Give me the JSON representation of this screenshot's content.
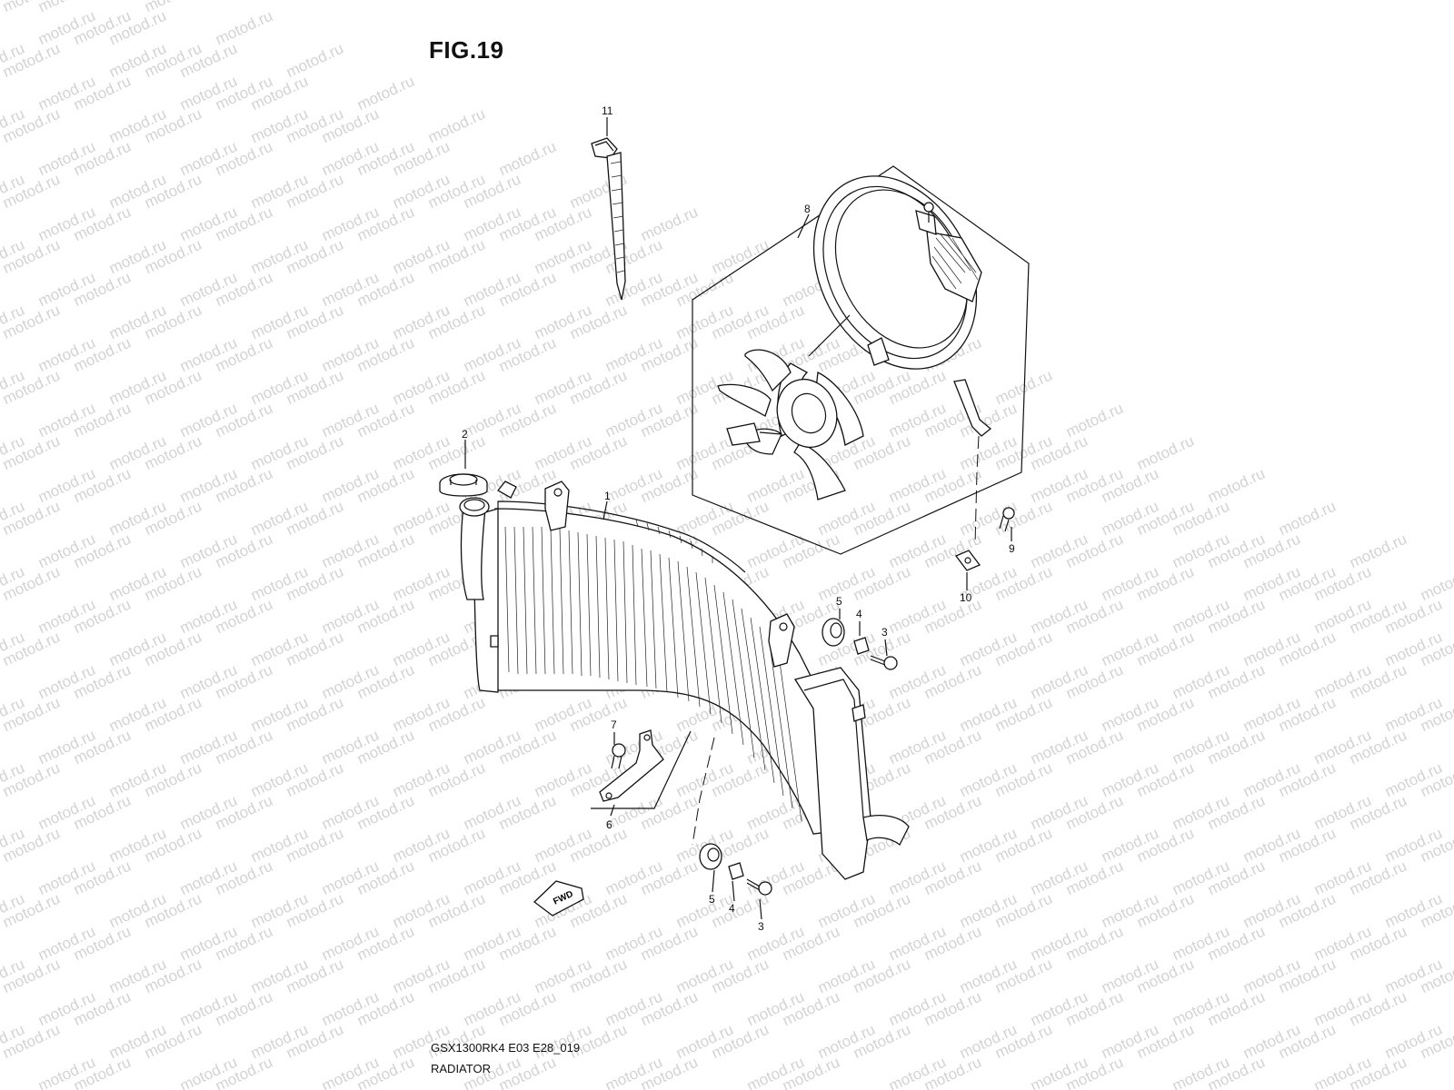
{
  "figure": {
    "title": "FIG.19",
    "model_code": "GSX1300RK4 E03 E28_019",
    "section_name": "RADIATOR"
  },
  "watermark": {
    "text": "motod.ru"
  },
  "direction_badge": {
    "text": "FWD"
  },
  "callouts": [
    {
      "id": "callout-11",
      "label": "11"
    },
    {
      "id": "callout-8",
      "label": "8"
    },
    {
      "id": "callout-2",
      "label": "2"
    },
    {
      "id": "callout-1",
      "label": "1"
    },
    {
      "id": "callout-9",
      "label": "9"
    },
    {
      "id": "callout-10",
      "label": "10"
    },
    {
      "id": "callout-5-upper",
      "label": "5"
    },
    {
      "id": "callout-4-upper",
      "label": "4"
    },
    {
      "id": "callout-3-upper",
      "label": "3"
    },
    {
      "id": "callout-7",
      "label": "7"
    },
    {
      "id": "callout-6",
      "label": "6"
    },
    {
      "id": "callout-5-lower",
      "label": "5"
    },
    {
      "id": "callout-4-lower",
      "label": "4"
    },
    {
      "id": "callout-3-lower",
      "label": "3"
    }
  ]
}
